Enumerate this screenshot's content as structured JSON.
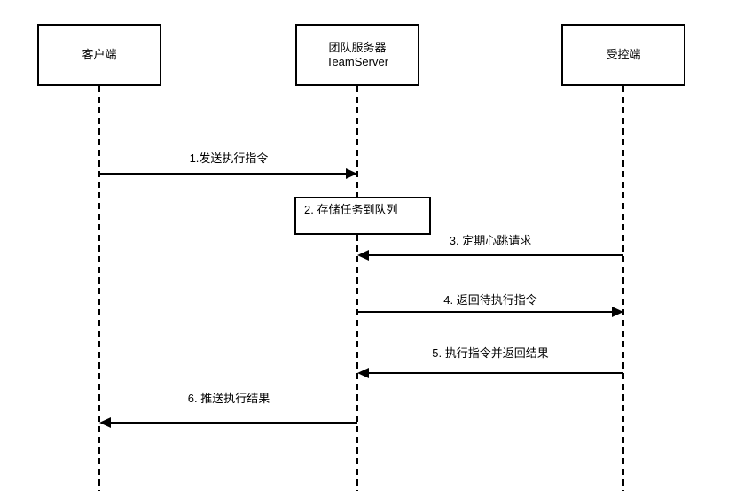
{
  "diagram": {
    "type": "sequence",
    "background_color": "#ffffff",
    "line_color": "#000000",
    "text_color": "#000000",
    "actors": [
      {
        "label": "客户端"
      },
      {
        "label": "团队服务器",
        "sublabel": "TeamServer"
      },
      {
        "label": "受控端"
      }
    ],
    "messages": [
      {
        "label": "1.发送执行指令",
        "from": "客户端",
        "to": "团队服务器 TeamServer",
        "kind": "arrow-right"
      },
      {
        "label": "2. 存储任务到队列",
        "from": "团队服务器 TeamServer",
        "to": "团队服务器 TeamServer",
        "kind": "self-box"
      },
      {
        "label": "3. 定期心跳请求",
        "from": "受控端",
        "to": "团队服务器 TeamServer",
        "kind": "arrow-left"
      },
      {
        "label": "4. 返回待执行指令",
        "from": "团队服务器 TeamServer",
        "to": "受控端",
        "kind": "arrow-right"
      },
      {
        "label": "5. 执行指令并返回结果",
        "from": "受控端",
        "to": "团队服务器 TeamServer",
        "kind": "arrow-left"
      },
      {
        "label": "6. 推送执行结果",
        "from": "团队服务器 TeamServer",
        "to": "客户端",
        "kind": "arrow-left"
      }
    ]
  }
}
